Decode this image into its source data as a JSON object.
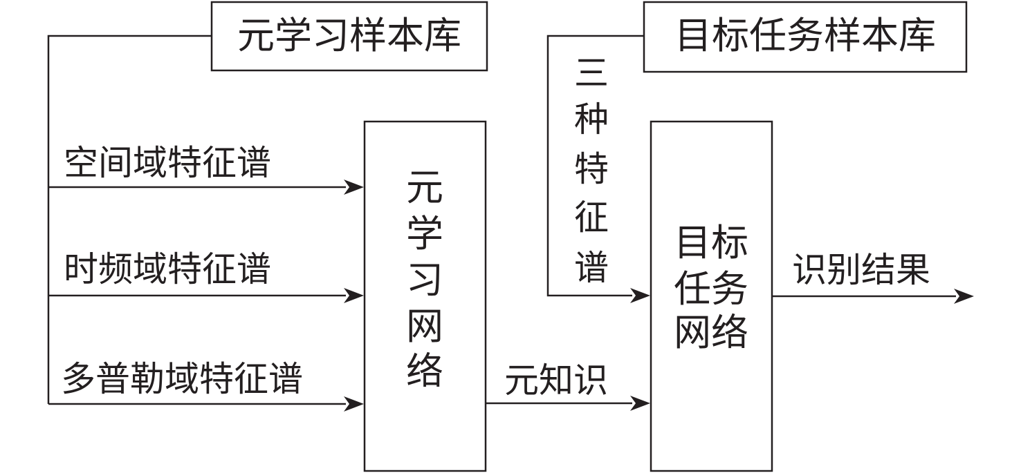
{
  "boxes": {
    "meta_library": "元学习样本库",
    "target_library": "目标任务样本库",
    "meta_network": [
      "元",
      "学",
      "习",
      "网",
      "络"
    ],
    "target_network": [
      "目标",
      "任务",
      "网络"
    ]
  },
  "features": {
    "spatial": "空间域特征谱",
    "time_frequency": "时频域特征谱",
    "doppler": "多普勒域特征谱"
  },
  "arrows": {
    "three_features": [
      "三",
      "种",
      "特",
      "征",
      "谱"
    ],
    "meta_knowledge": "元知识",
    "result": "识别结果"
  }
}
